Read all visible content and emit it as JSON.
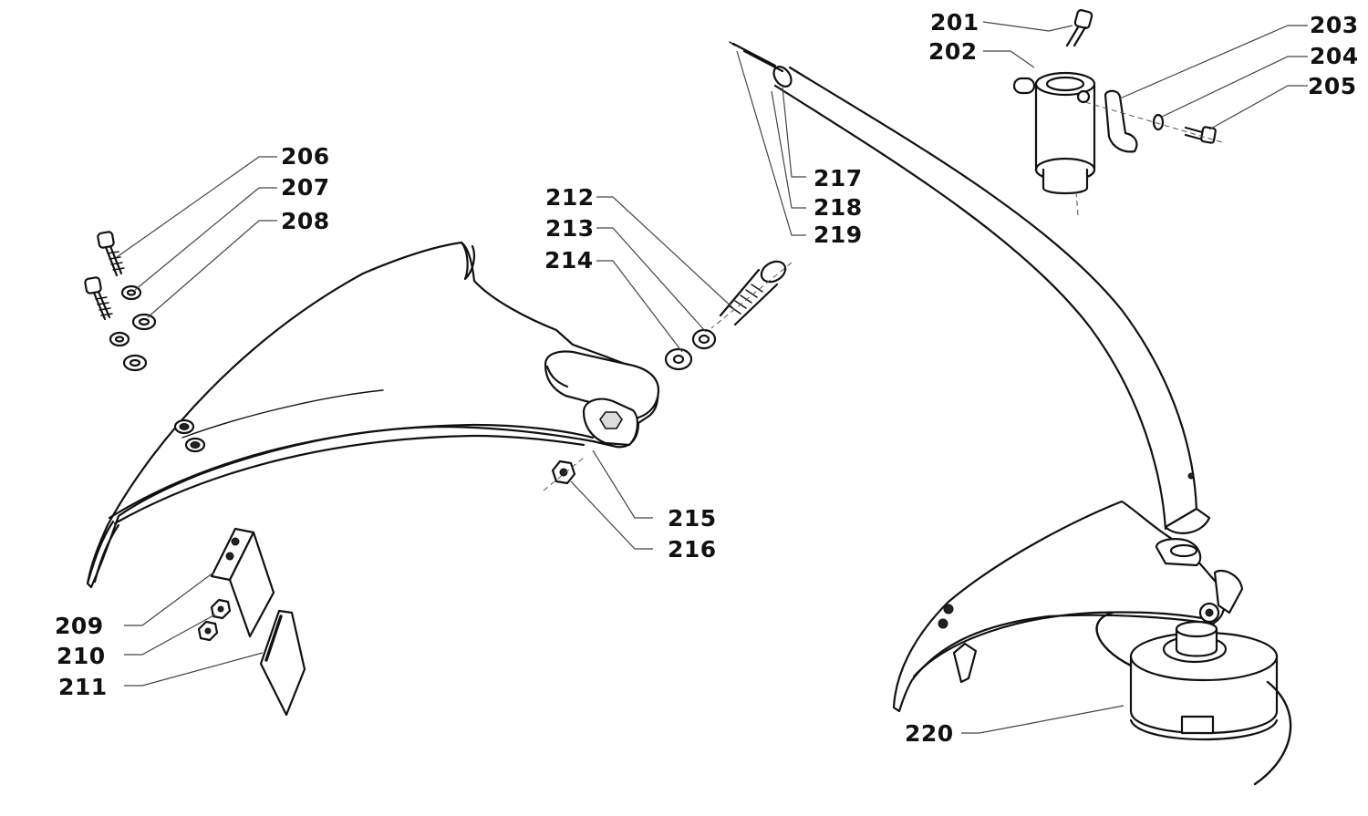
{
  "labels": {
    "p201": "201",
    "p202": "202",
    "p203": "203",
    "p204": "204",
    "p205": "205",
    "p206": "206",
    "p207": "207",
    "p208": "208",
    "p209": "209",
    "p210": "210",
    "p211": "211",
    "p212": "212",
    "p213": "213",
    "p214": "214",
    "p215": "215",
    "p216": "216",
    "p217": "217",
    "p218": "218",
    "p219": "219",
    "p220": "220"
  },
  "colors": {
    "ink": "#111111",
    "background": "#ffffff"
  }
}
